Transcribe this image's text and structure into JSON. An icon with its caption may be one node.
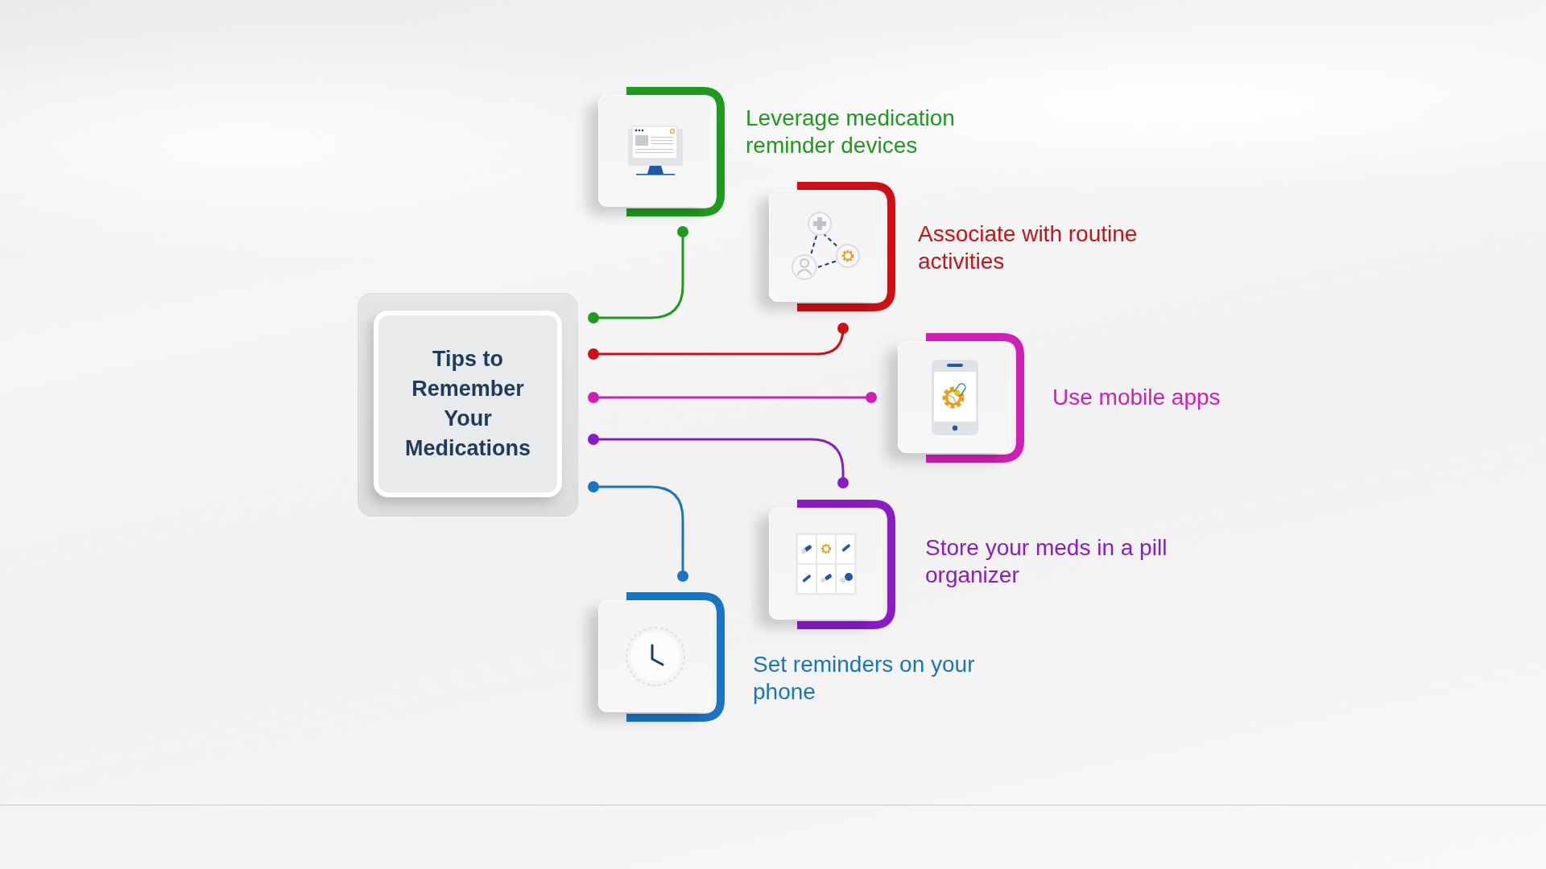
{
  "diagram": {
    "nodes": [
      {
        "text": [
          "Tips to Remember Your Medications"
        ]
      },
      {
        "text": [
          "Leverage medication reminder devices"
        ]
      },
      {
        "text": [
          "Associate with routine activities"
        ]
      },
      {
        "text": [
          "Use mobile apps"
        ]
      },
      {
        "text": [
          "Store your meds in a pill organizer"
        ]
      },
      {
        "text": [
          "Set reminders on your phone"
        ]
      }
    ],
    "edges": [
      {
        "from": 0,
        "to": 1,
        "arrow": "other",
        "color": "#1e9a1e"
      },
      {
        "from": 0,
        "to": 2,
        "arrow": "other",
        "color": "#cc1016"
      },
      {
        "from": 0,
        "to": 3,
        "arrow": "other",
        "color": "#cf1fb6"
      },
      {
        "from": 0,
        "to": 4,
        "arrow": "other",
        "color": "#8a1cc8"
      },
      {
        "from": 0,
        "to": 5,
        "arrow": "other",
        "color": "#1a74c4"
      }
    ]
  }
}
